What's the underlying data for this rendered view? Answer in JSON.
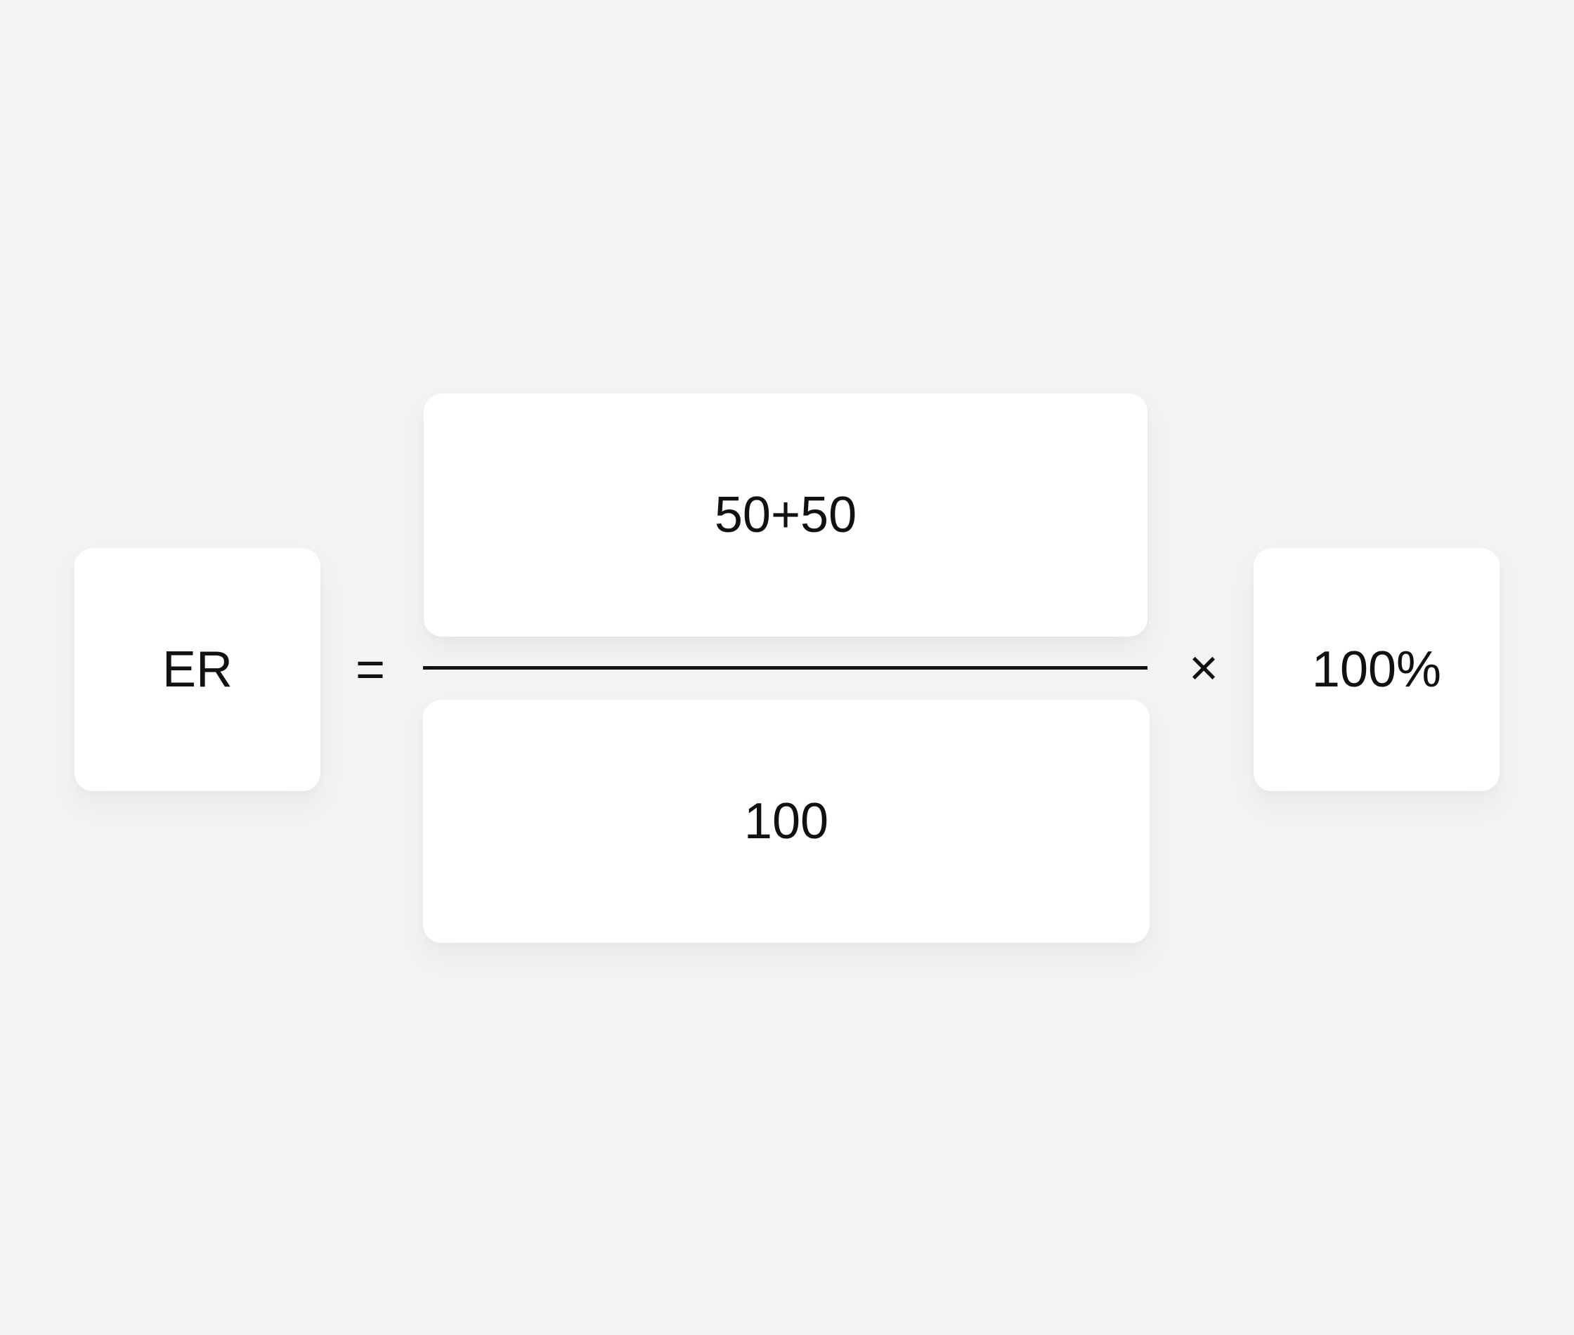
{
  "formula": {
    "result_label": "ER",
    "equals": "=",
    "numerator": "50+50",
    "denominator": "100",
    "multiply": "×",
    "multiplier": "100%"
  }
}
